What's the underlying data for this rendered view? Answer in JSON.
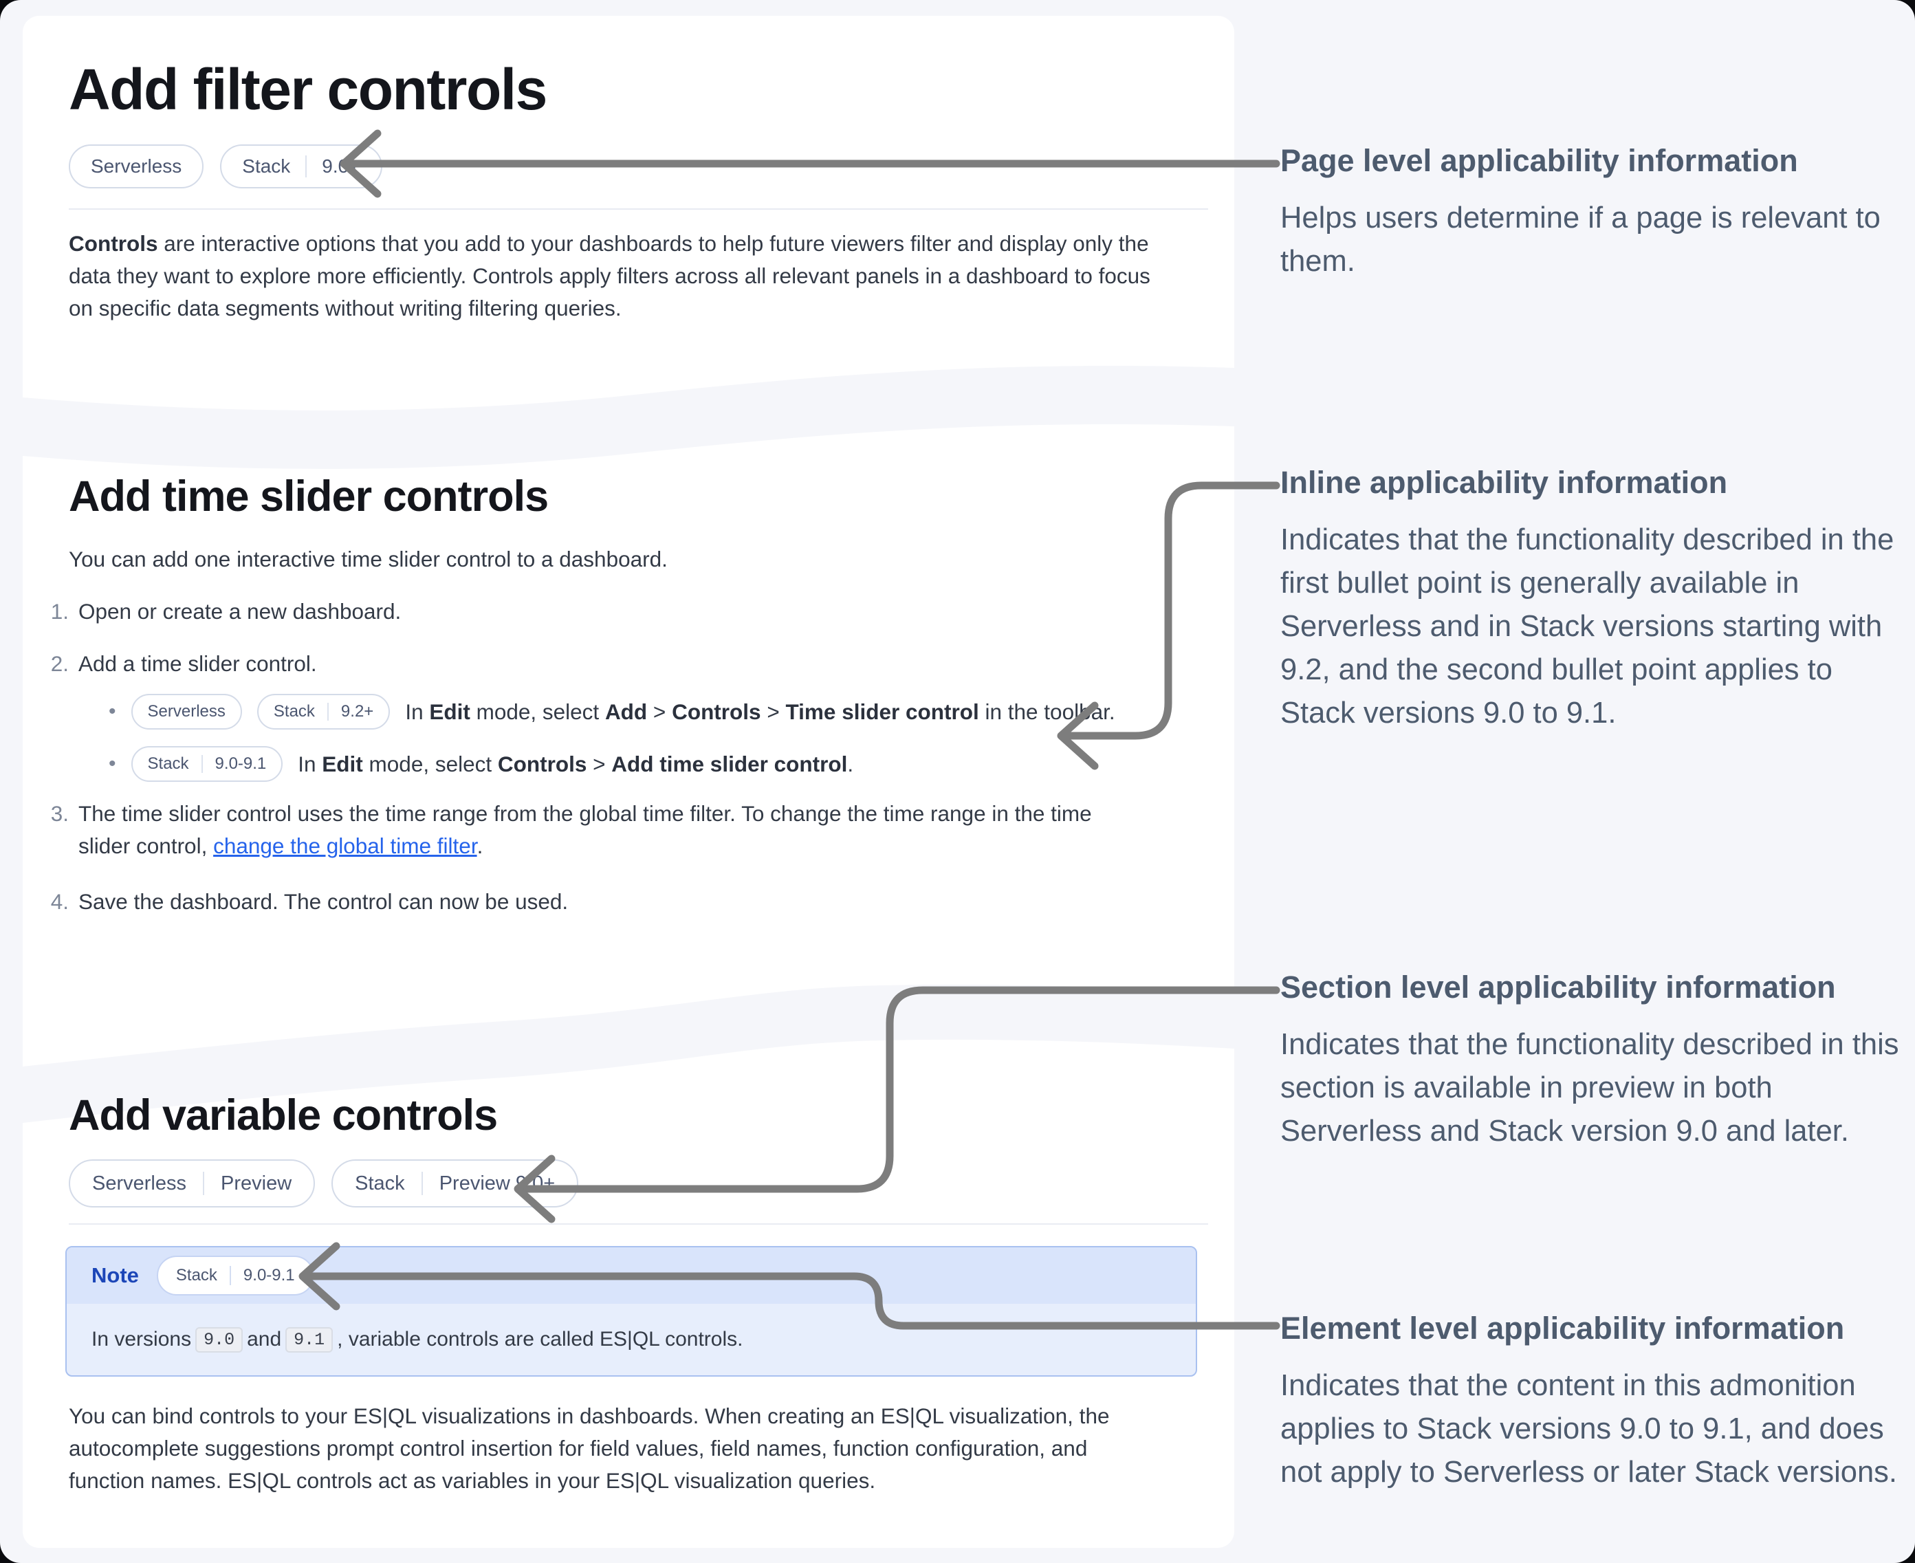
{
  "colors": {
    "page_background": "#f5f6fa",
    "card_background": "#ffffff",
    "arrow_gray": "#7d7d7d",
    "note_blue_header": "#d9e4fb",
    "note_blue_body": "#e7eefc",
    "note_title_blue": "#1c46b8",
    "link_blue": "#2563eb",
    "annotation_slate": "#4d5b6e"
  },
  "doc": {
    "s1": {
      "title": "Add filter controls",
      "badge_serverless": "Serverless",
      "badge_stack_label": "Stack",
      "badge_stack_version": "9.0+",
      "p_bold": "Controls",
      "p_rest": " are interactive options that you add to your dashboards to help future viewers filter and display only the data they want to explore more efficiently. Controls apply filters across all relevant panels in a dashboard to focus on specific data segments without writing filtering queries."
    },
    "s2": {
      "title": "Add time slider controls",
      "intro": "You can add one interactive time slider control to a dashboard.",
      "step1_num": "1.",
      "step1": "Open or create a new dashboard.",
      "step2_num": "2.",
      "step2": "Add a time slider control.",
      "b1_badge_serverless": "Serverless",
      "b1_badge_stack": "Stack",
      "b1_badge_stack_version": "9.2+",
      "b1_parts": [
        "In ",
        "Edit",
        " mode, select ",
        "Add",
        " > ",
        "Controls",
        " > ",
        "Time slider control",
        " in the toolbar."
      ],
      "b2_badge_stack": "Stack",
      "b2_badge_version": "9.0-9.1",
      "b2_parts": [
        "In ",
        "Edit",
        " mode, select ",
        "Controls",
        " > ",
        "Add time slider control",
        "."
      ],
      "step3_num": "3.",
      "step3_pre": "The time slider control uses the time range from the global time filter. To change the time range in the time slider control, ",
      "step3_link": "change the global time filter",
      "step3_post": ".",
      "step4_num": "4.",
      "step4": "Save the dashboard. The control can now be used."
    },
    "s3": {
      "title": "Add variable controls",
      "badge1_left": "Serverless",
      "badge1_right": "Preview",
      "badge2_left": "Stack",
      "badge2_right": "Preview 9.0+",
      "note_title": "Note",
      "note_badge_left": "Stack",
      "note_badge_right": "9.0-9.1",
      "note_pre": "In versions",
      "note_code1": "9.0",
      "note_mid": "and",
      "note_code2": "9.1",
      "note_post": ", variable controls are called ES|QL controls.",
      "outro": "You can bind controls to your ES|QL visualizations in dashboards. When creating an ES|QL visualization, the autocomplete suggestions prompt control insertion for field values, field names, function configuration, and function names. ES|QL controls act as variables in your ES|QL visualization queries."
    }
  },
  "annotations": {
    "page": {
      "title": "Page level applicability information",
      "body": "Helps users determine if a page is relevant to them."
    },
    "inline": {
      "title": "Inline applicability information",
      "body": "Indicates that the functionality described in the first bullet point is generally available in Serverless and in Stack versions starting with 9.2, and the second bullet point applies to Stack versions 9.0 to 9.1."
    },
    "section": {
      "title": "Section level applicability information",
      "body": "Indicates that the functionality described in this section is available in preview in both Serverless and Stack version 9.0 and later."
    },
    "element": {
      "title": "Element level applicability information",
      "body": "Indicates that the content in this admonition applies to Stack versions 9.0 to 9.1, and does not apply to Serverless or later Stack versions."
    }
  }
}
